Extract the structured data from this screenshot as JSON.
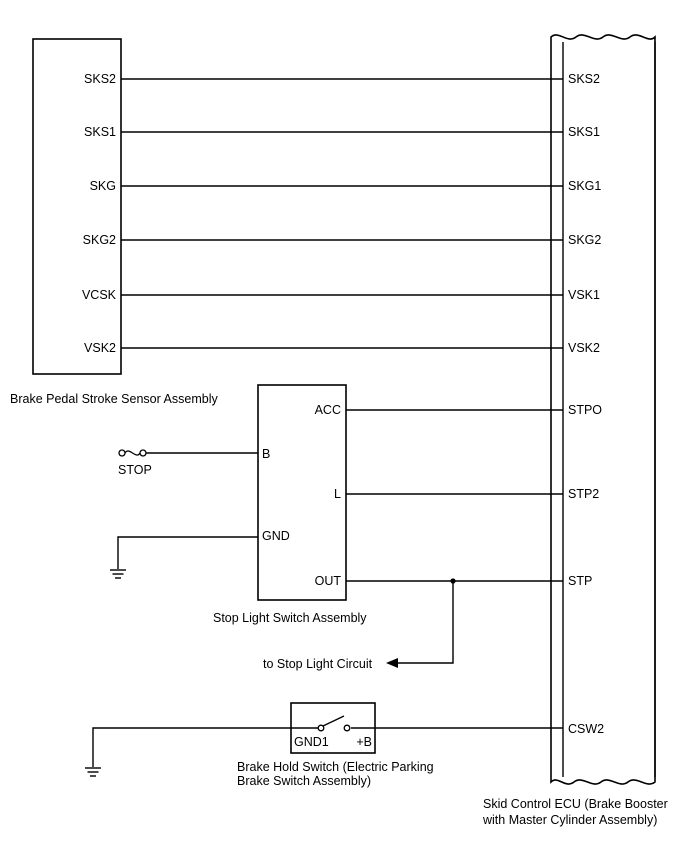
{
  "sensor": {
    "title": "Brake Pedal Stroke Sensor Assembly",
    "pins": [
      "SKS2",
      "SKS1",
      "SKG",
      "SKG2",
      "VCSK",
      "VSK2"
    ]
  },
  "ecu": {
    "title_line1": "Skid Control ECU (Brake Booster",
    "title_line2": "with Master Cylinder Assembly)",
    "pins": [
      "SKS2",
      "SKS1",
      "SKG1",
      "SKG2",
      "VSK1",
      "VSK2",
      "STPO",
      "STP2",
      "STP",
      "CSW2"
    ]
  },
  "stop_switch": {
    "title": "Stop Light Switch Assembly",
    "pin_acc": "ACC",
    "pin_b": "B",
    "pin_l": "L",
    "pin_gnd": "GND",
    "pin_out": "OUT"
  },
  "fuse": {
    "label": "STOP"
  },
  "circuit_note": "to Stop Light Circuit",
  "hold_switch": {
    "title_line1": "Brake Hold Switch (Electric Parking",
    "title_line2": "Brake Switch Assembly)",
    "pin_gnd1": "GND1",
    "pin_b": "+B"
  }
}
